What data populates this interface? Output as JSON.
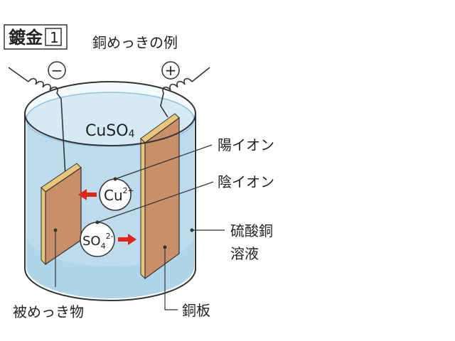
{
  "header": {
    "title": "鍍金",
    "number": "1",
    "subtitle": "銅めっきの例"
  },
  "electrodes": {
    "negative_symbol": "−",
    "positive_symbol": "+"
  },
  "solution": {
    "formula_main": "CuSO",
    "formula_sub": "4"
  },
  "ions": {
    "cation_base": "Cu",
    "cation_charge": "2+",
    "anion_base": "SO",
    "anion_sub": "4",
    "anion_charge": "2-"
  },
  "labels": {
    "cation_label": "陽イオン",
    "anion_label": "陰イオン",
    "solution_label_line1": "硫酸銅",
    "solution_label_line2": "溶液",
    "plated_object": "被めっき物",
    "copper_plate": "銅板"
  },
  "colors": {
    "liquid": "#bcdcee",
    "liquid_dark": "#8fc2e0",
    "plate_face": "#c98f69",
    "plate_edge": "#e9c77a",
    "arrow": "#e2231a",
    "outline": "#333333"
  }
}
